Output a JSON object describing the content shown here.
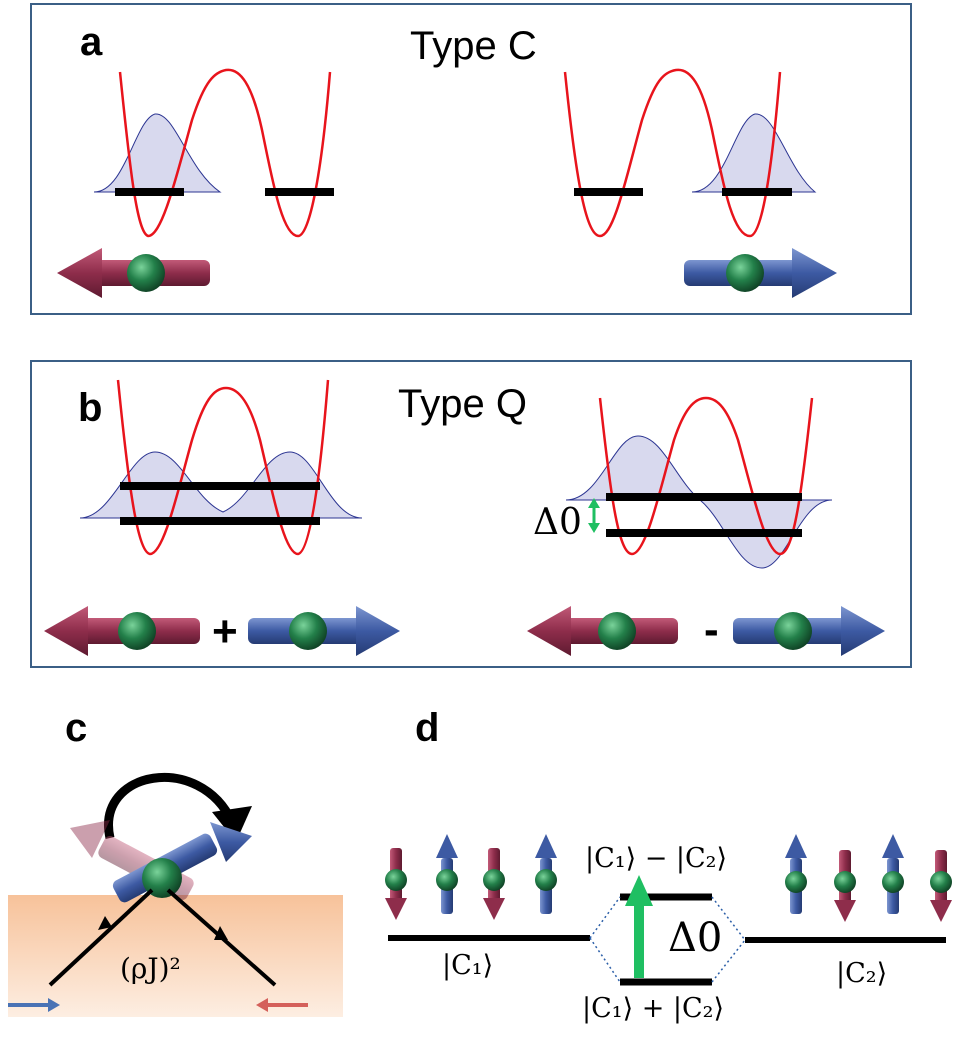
{
  "panels": {
    "a": {
      "label": "a",
      "title": "Type C"
    },
    "b": {
      "label": "b",
      "title": "Type Q",
      "plus": "+",
      "minus": "-",
      "gap": "Δ0"
    },
    "c": {
      "label": "c",
      "coupling": "(ρJ)²"
    },
    "d": {
      "label": "d",
      "upper_state": "|C₁⟩ − |C₂⟩",
      "lower_state": "|C₁⟩ + |C₂⟩",
      "left_state": "|C₁⟩",
      "right_state": "|C₂⟩",
      "gap": "Δ0"
    }
  },
  "colors": {
    "frame": "#3b5f86",
    "potential": "#e8141c",
    "wavefunction_fill": "#d8d9ee",
    "wavefunction_line": "#2c3592",
    "spin_down_arrow": "#8e2d4b",
    "spin_up_arrow": "#3d5aa3",
    "atom": "#23804a",
    "tunnel_arrow": "#1fbf62",
    "substrate": "#f6c39b"
  }
}
